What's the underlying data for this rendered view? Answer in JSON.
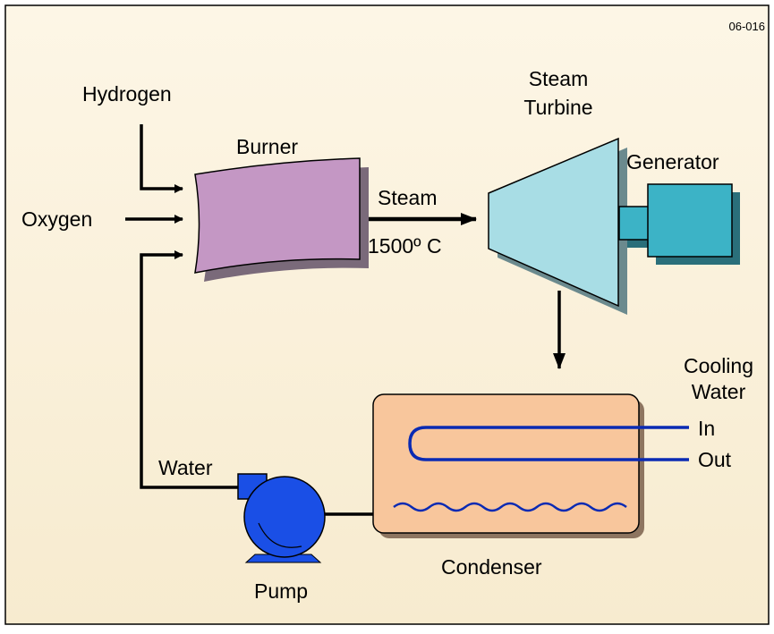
{
  "figure_id": "06-016",
  "labels": {
    "hydrogen": "Hydrogen",
    "oxygen": "Oxygen",
    "burner": "Burner",
    "steam": "Steam",
    "temperature": "1500º C",
    "steam_turbine_line1": "Steam",
    "steam_turbine_line2": "Turbine",
    "generator": "Generator",
    "cooling_water_line1": "Cooling",
    "cooling_water_line2": "Water",
    "in": "In",
    "out": "Out",
    "condenser": "Condenser",
    "water": "Water",
    "pump": "Pump"
  },
  "colors": {
    "background": "#fbf1d9",
    "burner": "#c497c4",
    "turbine": "#a8dde5",
    "generator": "#3cb3c6",
    "condenser": "#f8c69c",
    "pump": "#1a4fe6",
    "coil": "#0a2ab3"
  }
}
